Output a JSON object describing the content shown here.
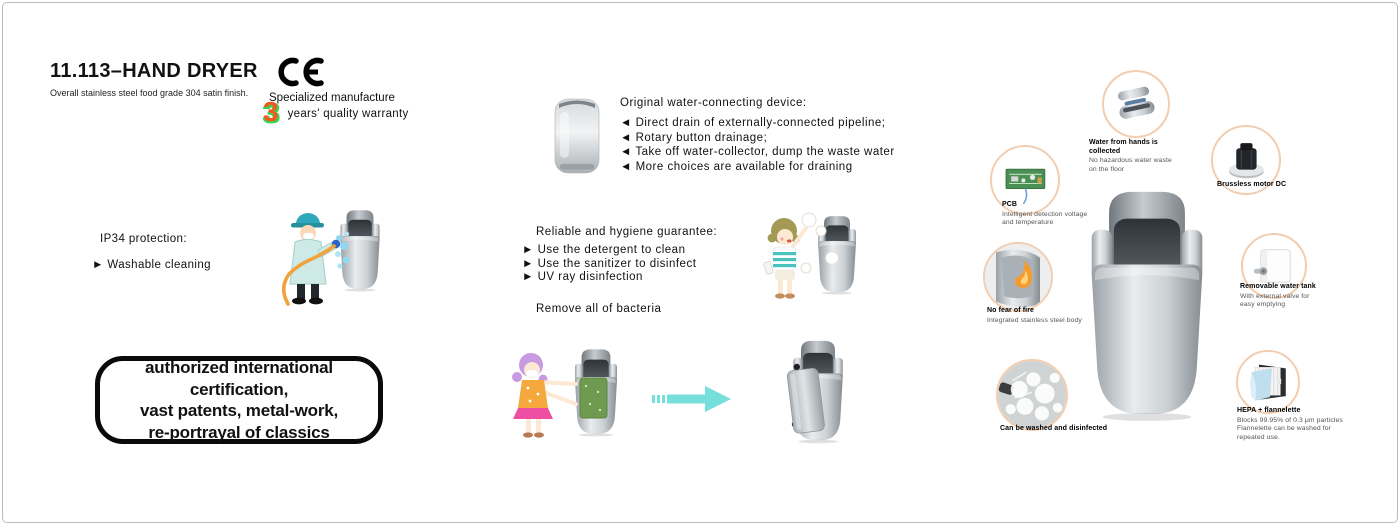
{
  "header": {
    "title": "11.113–HAND DRYER",
    "subtitle": "Overall stainless steel food grade 304 satin finish.",
    "ce_mark": "CE",
    "manufacture": "Specialized manufacture",
    "warranty_number": "3",
    "warranty_text": "years'  quality warranty"
  },
  "protection": {
    "heading": "IP34 protection:",
    "bullet": "► Washable cleaning"
  },
  "certification_box": {
    "line1": "authorized international certification,",
    "line2": "vast patents, metal-work,",
    "line3": "re-portrayal of classics"
  },
  "water_device": {
    "heading": "Original water-connecting device:",
    "bullet1": "◄ Direct drain of externally-connected pipeline;",
    "bullet2": "◄ Rotary button drainage;",
    "bullet3": "◄ Take off water-collector, dump the waste water",
    "bullet4": "◄ More choices are available for draining"
  },
  "hygiene": {
    "heading": "Reliable and hygiene guarantee:",
    "bullet1": "► Use the detergent to clean",
    "bullet2": "► Use the sanitizer to disinfect",
    "bullet3": "► UV ray disinfection",
    "footer": "Remove all of bacteria"
  },
  "features": {
    "water_collected_title": "Water from hands is collected",
    "water_collected_desc": "No hazardous water waste on the floor",
    "motor_title": "Brussless motor DC",
    "pcb_title": "PCB",
    "pcb_desc": "Intelligent detection voltage and temperature",
    "fire_title": "No fear of fire",
    "fire_desc": "Integrated stainless steel body",
    "tank_title": "Removable water tank",
    "tank_desc": "With external valve for easy emptying",
    "wash_title": "Can be washed and disinfected",
    "hepa_title": "HEPA + flannelette",
    "hepa_desc1": "Blocks 99.95% of 0.3 μm particles",
    "hepa_desc2": "Flannelette can be washed for repeated use."
  },
  "colors": {
    "accent_orange": "#f4581d",
    "accent_green": "#3bd14f",
    "arrow_cyan": "#74dfdb",
    "ring_peach": "#f2cdaf"
  }
}
